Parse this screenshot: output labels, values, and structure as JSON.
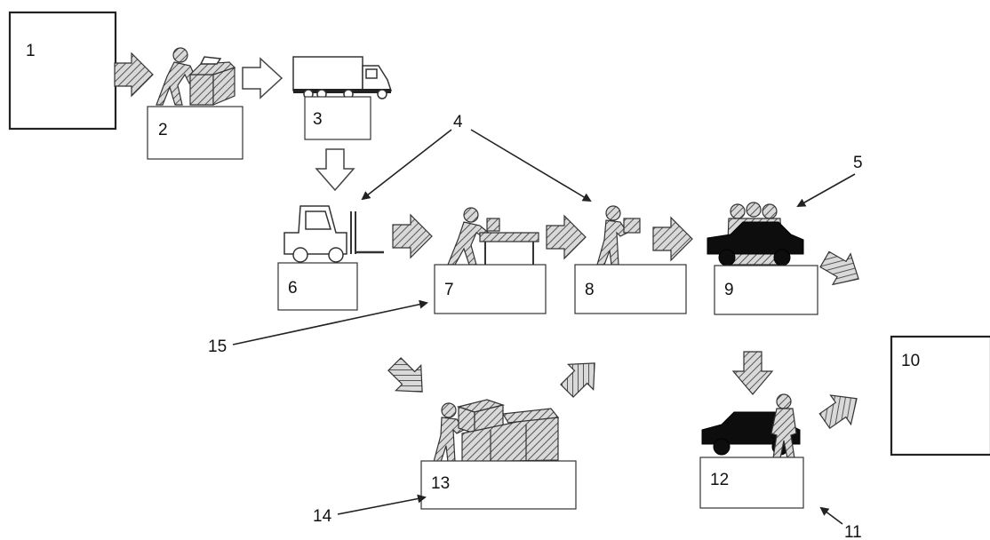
{
  "labels": {
    "n1": "1",
    "n2": "2",
    "n3": "3",
    "n4": "4",
    "n5": "5",
    "n6": "6",
    "n7": "7",
    "n8": "8",
    "n9": "9",
    "n10": "10",
    "n11": "11",
    "n12": "12",
    "n13": "13",
    "n14": "14",
    "n15": "15"
  },
  "icons": {
    "worker_packing": "person-packing-box-icon",
    "truck": "delivery-truck-icon",
    "forklift": "forklift-icon",
    "worker_table": "person-at-workbench-icon",
    "worker_carry": "person-carrying-parcel-icon",
    "car_people": "car-with-group-icon",
    "car_person": "car-with-person-icon",
    "worker_boxes": "person-stacking-boxes-icon"
  },
  "colors": {
    "stroke": "#333333",
    "hatch": "#555555",
    "vehicle": "#0d0d0d"
  }
}
